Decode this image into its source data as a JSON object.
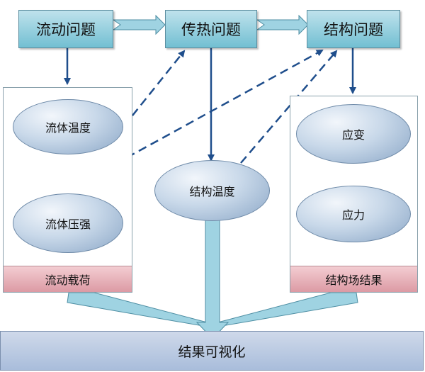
{
  "top_boxes": {
    "flow": "流动问题",
    "heat": "传热问题",
    "structure": "结构问题"
  },
  "panels": {
    "flow_load": {
      "label": "流动载荷",
      "items": [
        "流体温度",
        "流体压强"
      ]
    },
    "structure_result": {
      "label": "结构场结果",
      "items": [
        "应变",
        "应力"
      ]
    }
  },
  "center_node": "结构温度",
  "bottom_bar": "结果可视化",
  "colors": {
    "top_box_fill": "#8fcfde",
    "arrow": "#1f4e8c",
    "dashed": "#1f4e8c",
    "ellipse_fill": "#b6cae2",
    "panel_label_fill": "#e7aab2",
    "bottom_bar_fill": "#bccbe3",
    "wide_arrow_fill": "#9fd3e2"
  }
}
